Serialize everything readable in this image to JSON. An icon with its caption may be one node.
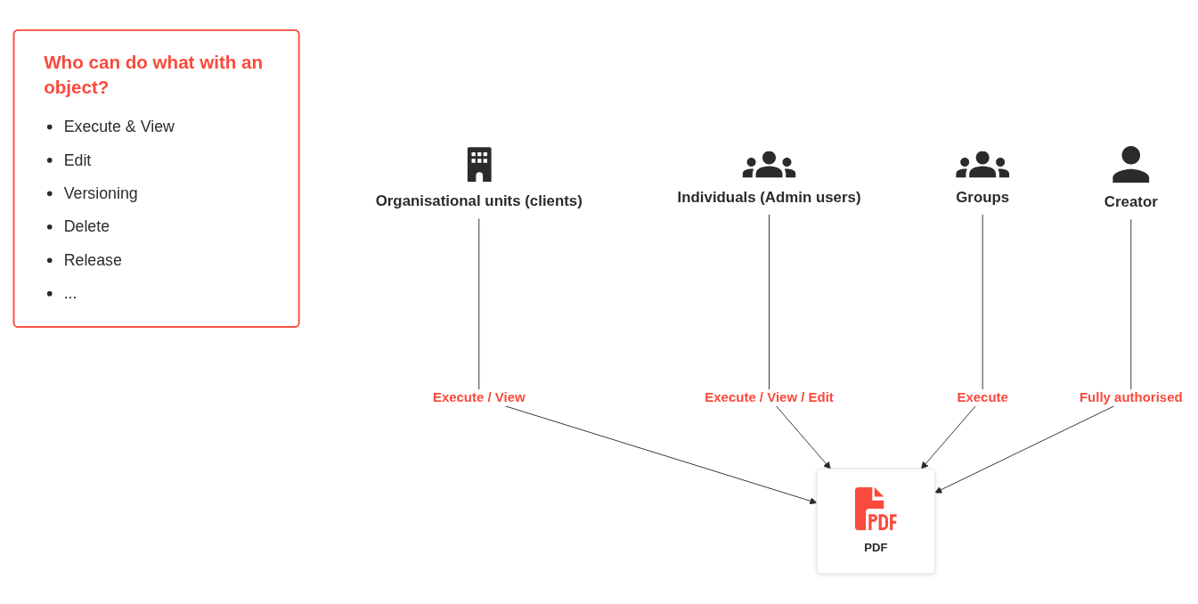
{
  "diagram": {
    "nodes": [
      {
        "text": [
          "Who can do what with an object?",
          "Execute & View",
          "Edit",
          "Versioning",
          "Delete",
          "Release",
          "..."
        ]
      },
      {
        "text": [
          "Organisational units (clients)"
        ]
      },
      {
        "text": [
          "Individuals (Admin users)"
        ]
      },
      {
        "text": [
          "PDF"
        ]
      },
      {
        "text": [
          "Groups"
        ]
      },
      {
        "text": [
          "Creator"
        ]
      }
    ],
    "edges": [
      {
        "from": 1,
        "to": 3,
        "arrow": "to",
        "label": "Execute / View"
      },
      {
        "from": 2,
        "to": 3,
        "arrow": "to",
        "label": "Execute / View / Edit"
      },
      {
        "from": 4,
        "to": 3,
        "arrow": "to",
        "label": "Execute"
      },
      {
        "from": 5,
        "to": 3,
        "arrow": "to",
        "label": "Fully authorised"
      }
    ]
  }
}
